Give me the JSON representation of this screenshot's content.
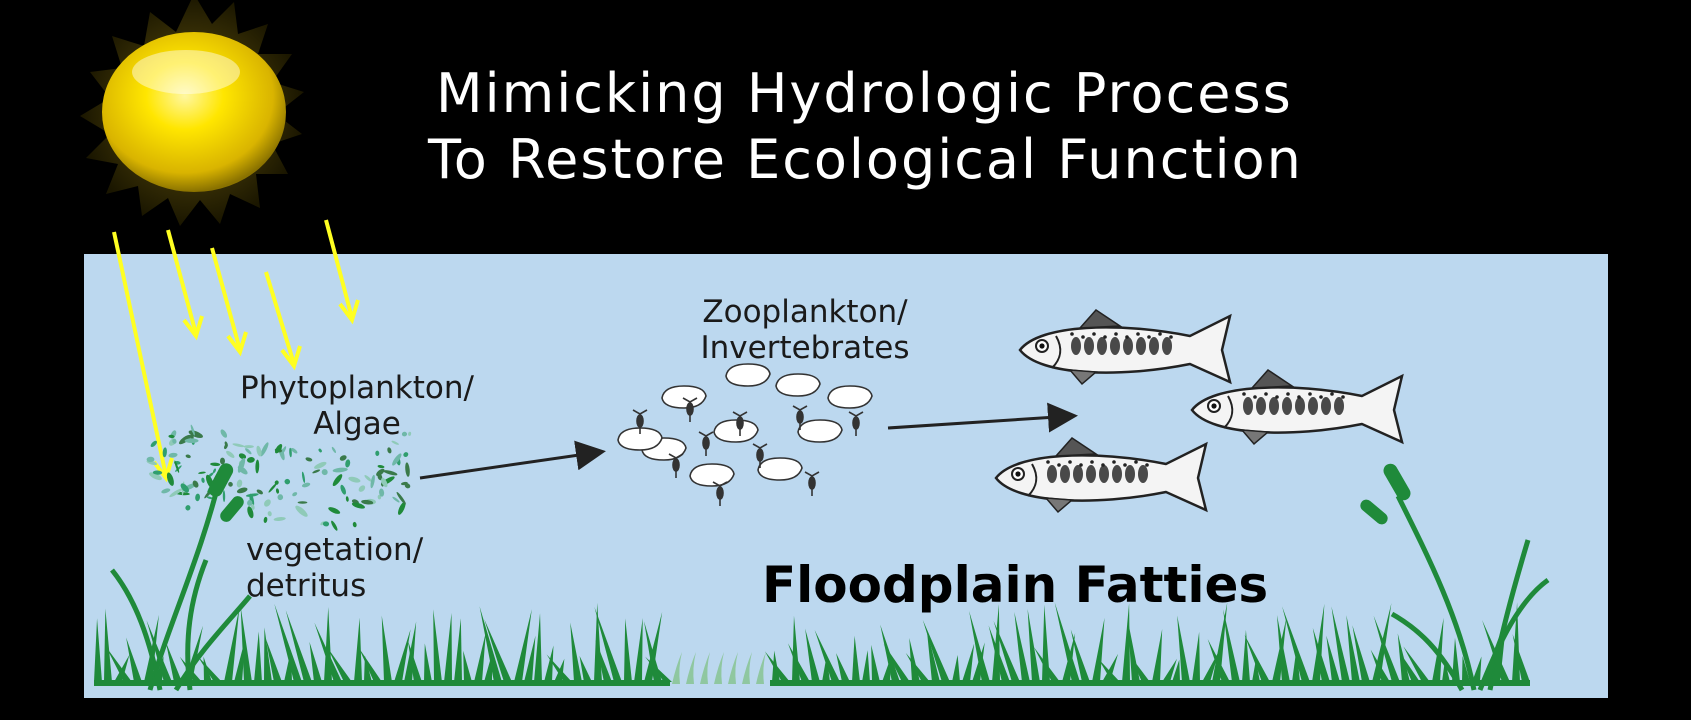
{
  "title": {
    "line1": "Mimicking Hydrologic Process",
    "line2": "To Restore Ecological Function"
  },
  "labels": {
    "phytoplankton_line1": "Phytoplankton/",
    "phytoplankton_line2": "Algae",
    "zooplankton_line1": "Zooplankton/",
    "zooplankton_line2": "Invertebrates",
    "vegetation_line1": "vegetation/",
    "vegetation_line2": "detritus",
    "fish_caption": "Floodplain Fatties"
  },
  "colors": {
    "background": "#000000",
    "water": "#bcd8ef",
    "sun": "#f5d800",
    "sun_rays": "#ffff22",
    "grass": "#1f8a3a",
    "title_text": "#ffffff"
  },
  "icons": [
    "sun-icon",
    "fish-icon",
    "zooplankton-icon",
    "grass-icon",
    "cattail-icon",
    "algae-icon"
  ]
}
